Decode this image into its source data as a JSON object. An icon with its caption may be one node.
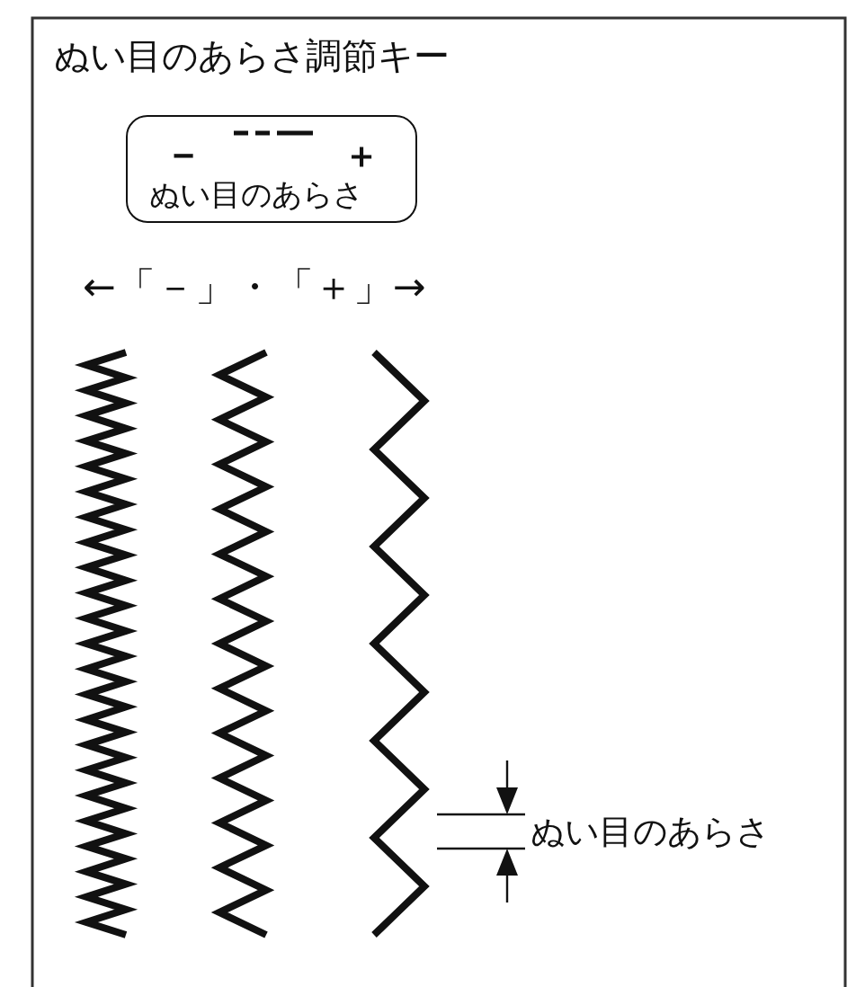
{
  "diagram": {
    "title": "ぬい目のあらさ調節キー",
    "nodes": [
      {
        "text": [
          "－",
          "＋",
          "ぬい目のあらさ"
        ]
      }
    ],
    "labels": [
      "←「－」・「＋」→",
      "ぬい目のあらさ"
    ]
  }
}
